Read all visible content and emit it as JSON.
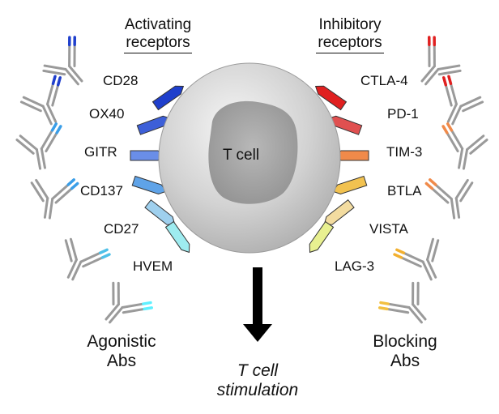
{
  "headers": {
    "activating": {
      "line1": "Activating",
      "line2": "receptors"
    },
    "inhibitory": {
      "line1": "Inhibitory",
      "line2": "receptors"
    }
  },
  "cell": {
    "label": "T cell"
  },
  "outcome": {
    "line1": "T cell",
    "line2": "stimulation"
  },
  "antibody_groups": {
    "agonistic": {
      "line1": "Agonistic",
      "line2": "Abs"
    },
    "blocking": {
      "line1": "Blocking",
      "line2": "Abs"
    }
  },
  "activating_receptors": [
    {
      "name": "CD28",
      "color": "#1f3fcc"
    },
    {
      "name": "OX40",
      "color": "#3d5fd8"
    },
    {
      "name": "GITR",
      "color": "#6a8ee8"
    },
    {
      "name": "CD137",
      "color": "#5fa3e8"
    },
    {
      "name": "CD27",
      "color": "#9fd0ee"
    },
    {
      "name": "HVEM",
      "color": "#9eecf0"
    }
  ],
  "inhibitory_receptors": [
    {
      "name": "CTLA-4",
      "color": "#e02020"
    },
    {
      "name": "PD-1",
      "color": "#e05050"
    },
    {
      "name": "TIM-3",
      "color": "#f08a4a"
    },
    {
      "name": "BTLA",
      "color": "#f2c250"
    },
    {
      "name": "VISTA",
      "color": "#f3dca0"
    },
    {
      "name": "LAG-3",
      "color": "#e8f090"
    }
  ],
  "antibody_tips": {
    "agonistic": [
      "#1f3fcc",
      "#1f3fcc",
      "#3a9ee8",
      "#3a9ee8",
      "#4ec0e8",
      "#5ff0ff"
    ],
    "blocking": [
      "#e02020",
      "#e02020",
      "#f08a4a",
      "#f08a4a",
      "#f2b030",
      "#f2c040"
    ]
  }
}
